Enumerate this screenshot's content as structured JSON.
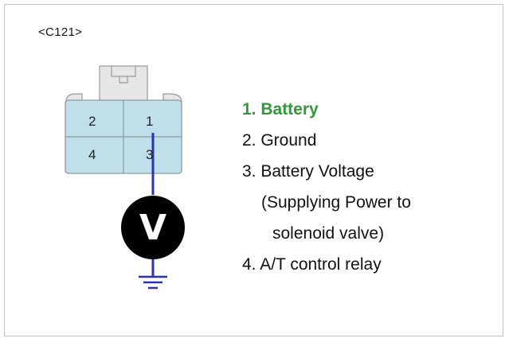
{
  "connector": {
    "id": "<C121>",
    "pins": [
      {
        "label": "2"
      },
      {
        "label": "1"
      },
      {
        "label": "4"
      },
      {
        "label": "3"
      }
    ]
  },
  "meter": {
    "symbol": "V"
  },
  "legend": {
    "items": [
      {
        "text": "1. Battery",
        "highlight": true
      },
      {
        "text": "2. Ground"
      },
      {
        "text": "3. Battery Voltage"
      },
      {
        "text": "(Supplying Power to"
      },
      {
        "text": "solenoid valve)"
      },
      {
        "text": "4. A/T control relay"
      }
    ]
  },
  "colors": {
    "connector_fill": "#bfe0ea",
    "tab_fill": "#e6e6e6",
    "wire": "#2a31b8",
    "meter": "#000000",
    "highlight": "#2e9a3a"
  }
}
